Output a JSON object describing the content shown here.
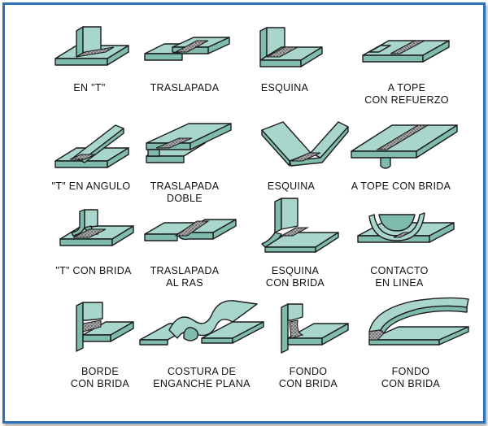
{
  "colors": {
    "frame": "#2f6fb8",
    "plate": "#a9d6cc",
    "plate_side": "#7fbcad",
    "weld": "#9a9a9a"
  },
  "joints": [
    {
      "label": "EN \"T\"",
      "icon": "t-joint-icon"
    },
    {
      "label": "TRASLAPADA",
      "icon": "lap-joint-icon"
    },
    {
      "label": "ESQUINA",
      "icon": "corner-joint-icon"
    },
    {
      "label": "A TOPE\nCON REFUERZO",
      "icon": "reinforced-butt-joint-icon"
    },
    {
      "label": "\"T\" EN ANGULO",
      "icon": "angled-t-joint-icon"
    },
    {
      "label": "TRASLAPADA\nDOBLE",
      "icon": "double-lap-joint-icon"
    },
    {
      "label": "ESQUINA",
      "icon": "open-corner-joint-icon"
    },
    {
      "label": "A TOPE CON BRIDA",
      "icon": "flanged-butt-joint-icon"
    },
    {
      "label": "\"T\" CON BRIDA",
      "icon": "flanged-t-joint-icon"
    },
    {
      "label": "TRASLAPADA\nAL RAS",
      "icon": "flush-lap-joint-icon"
    },
    {
      "label": "ESQUINA\nCON BRIDA",
      "icon": "flanged-corner-joint-icon"
    },
    {
      "label": "CONTACTO\nEN LINEA",
      "icon": "line-contact-joint-icon"
    },
    {
      "label": "BORDE\nCON BRIDA",
      "icon": "flanged-edge-joint-icon"
    },
    {
      "label": "COSTURA DE\nENGANCHE PLANA",
      "icon": "flat-lock-seam-icon"
    },
    {
      "label": "FONDO\nCON BRIDA",
      "icon": "flanged-bottom-joint-icon"
    },
    {
      "label": "FONDO\nCON BRIDA",
      "icon": "flanged-bottom-joint-2-icon"
    }
  ]
}
